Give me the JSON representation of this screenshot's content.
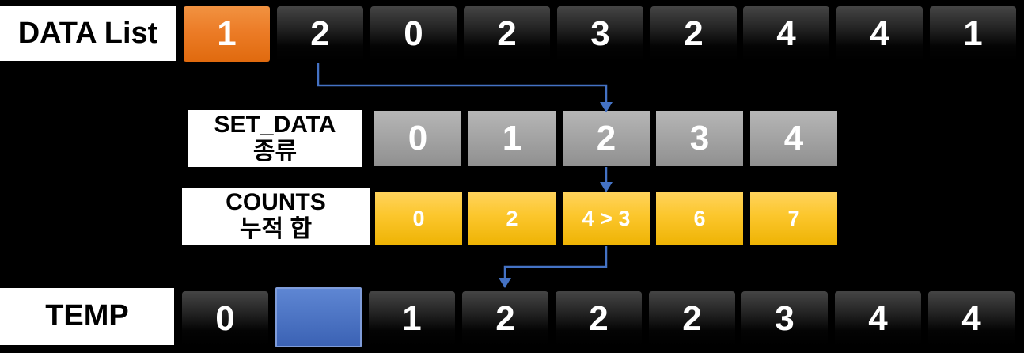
{
  "rows": {
    "data_list": {
      "label": "DATA List",
      "cells": [
        {
          "value": "1",
          "variant": "orange"
        },
        {
          "value": "2",
          "variant": "dark"
        },
        {
          "value": "0",
          "variant": "dark"
        },
        {
          "value": "2",
          "variant": "dark"
        },
        {
          "value": "3",
          "variant": "dark"
        },
        {
          "value": "2",
          "variant": "dark"
        },
        {
          "value": "4",
          "variant": "dark"
        },
        {
          "value": "4",
          "variant": "dark"
        },
        {
          "value": "1",
          "variant": "dark"
        }
      ]
    },
    "set_data": {
      "label_line1": "SET_DATA",
      "label_line2": "종류",
      "cells": [
        {
          "value": "0",
          "variant": "gray"
        },
        {
          "value": "1",
          "variant": "gray"
        },
        {
          "value": "2",
          "variant": "gray"
        },
        {
          "value": "3",
          "variant": "gray"
        },
        {
          "value": "4",
          "variant": "gray"
        }
      ]
    },
    "counts": {
      "label_line1": "COUNTS",
      "label_line2": "누적 합",
      "cells": [
        {
          "value": "0",
          "variant": "yellow"
        },
        {
          "value": "2",
          "variant": "yellow"
        },
        {
          "value": "4 > 3",
          "variant": "yellow"
        },
        {
          "value": "6",
          "variant": "yellow"
        },
        {
          "value": "7",
          "variant": "yellow"
        }
      ]
    },
    "temp": {
      "label": "TEMP",
      "cells": [
        {
          "value": "0",
          "variant": "dark"
        },
        {
          "value": "",
          "variant": "blue"
        },
        {
          "value": "1",
          "variant": "dark"
        },
        {
          "value": "2",
          "variant": "dark"
        },
        {
          "value": "2",
          "variant": "dark"
        },
        {
          "value": "2",
          "variant": "dark"
        },
        {
          "value": "3",
          "variant": "dark"
        },
        {
          "value": "4",
          "variant": "dark"
        },
        {
          "value": "4",
          "variant": "dark"
        }
      ]
    }
  },
  "arrows": [
    {
      "name": "data-2-to-set-data-2",
      "description": "from DATA List cell '2' down and right into SET_DATA cell '2'"
    },
    {
      "name": "set-data-2-to-counts",
      "description": "from SET_DATA cell '2' straight down into COUNTS cell '4 > 3'"
    },
    {
      "name": "counts-to-temp",
      "description": "from COUNTS cell '4 > 3' down and left into 4th TEMP cell"
    }
  ],
  "colors": {
    "background": "#000000",
    "arrow": "#4472C4",
    "label_bg": "#FFFFFF",
    "label_text": "#000000",
    "cell_text": "#FFFFFF",
    "orange_top": "#F19241",
    "orange_bottom": "#E06A0E",
    "dark_top": "#454545",
    "dark_bottom": "#000000",
    "gray_top": "#B6B6B6",
    "gray_bottom": "#909090",
    "yellow_top": "#FFD35C",
    "yellow_bottom": "#EEB303",
    "blue_top": "#5E86D3",
    "blue_bottom": "#3B62B4",
    "blue_border": "#7F9CD9"
  }
}
